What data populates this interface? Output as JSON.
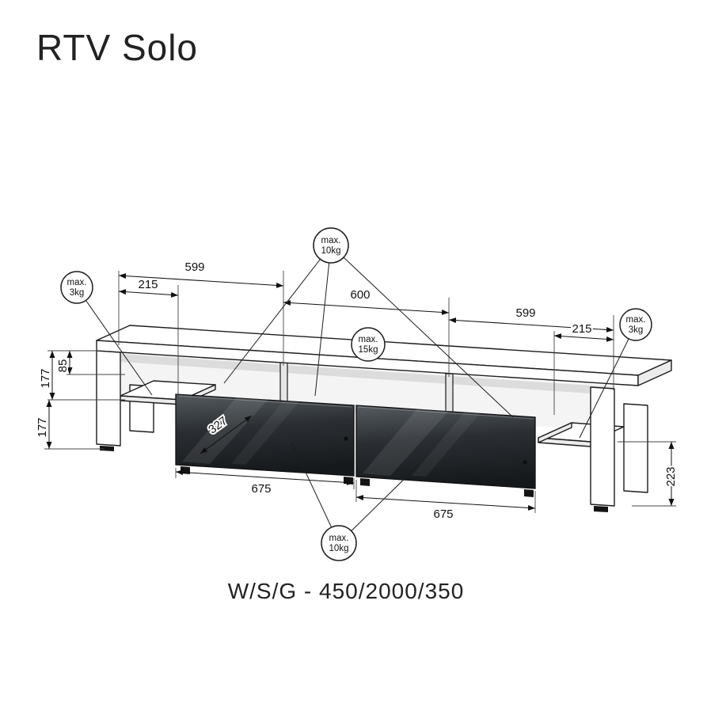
{
  "title": "RTV Solo",
  "caption": "W/S/G  -  450/2000/350",
  "dims": {
    "top_215_left": "215",
    "top_599_left": "599",
    "top_600": "600",
    "top_599_right": "599",
    "top_215_right": "215",
    "left_85": "85",
    "left_177_upper": "177",
    "left_177_lower": "177",
    "drawer_327": "327",
    "bottom_675_left": "675",
    "bottom_675_right": "675",
    "right_223": "223"
  },
  "max_labels": {
    "top": {
      "line1": "max.",
      "line2": "10kg"
    },
    "left": {
      "line1": "max.",
      "line2": "3kg"
    },
    "right": {
      "line1": "max.",
      "line2": "3kg"
    },
    "center": {
      "line1": "max.",
      "line2": "15kg"
    },
    "bottom": {
      "line1": "max.",
      "line2": "10kg"
    }
  },
  "colors": {
    "line": "#1c1c1c",
    "drawer_light": "#555b60",
    "drawer_mid": "#2b2f33",
    "drawer_dark": "#16191c"
  }
}
